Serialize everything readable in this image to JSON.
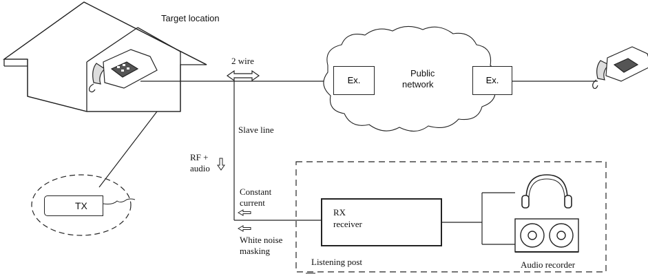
{
  "labels": {
    "target_location": "Target location",
    "two_wire": "2 wire",
    "exchange_left": "Ex.",
    "public_network_line1": "Public",
    "public_network_line2": "network",
    "exchange_right": "Ex.",
    "slave_line": "Slave line",
    "rf_audio_line1": "RF +",
    "rf_audio_line2": "audio",
    "constant_current_line1": "Constant",
    "constant_current_line2": "current",
    "white_noise_line1": "White noise",
    "white_noise_line2": "masking",
    "transmitter": "TX",
    "receiver_line1": "RX",
    "receiver_line2": "receiver",
    "listening_post": "Listening post",
    "audio_recorder": "Audio recorder"
  },
  "colors": {
    "line": "#222222",
    "text": "#111111",
    "background": "#ffffff"
  },
  "icons": [
    "house-icon",
    "telephone-icon",
    "cloud-icon",
    "headphones-icon",
    "tape-recorder-icon",
    "bidirectional-arrow-icon",
    "down-arrow-icon",
    "left-arrow-icon"
  ]
}
